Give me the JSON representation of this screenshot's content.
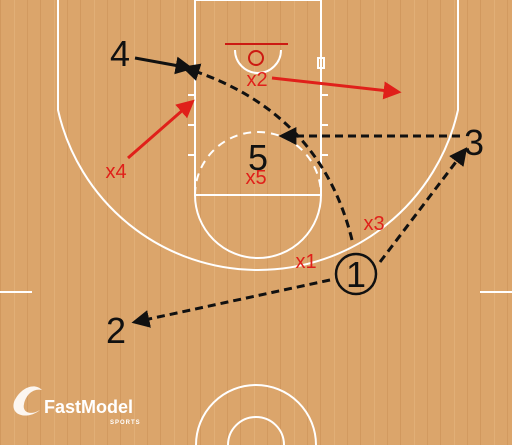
{
  "diagram": {
    "offense": [
      {
        "id": "1",
        "label": "①"
      },
      {
        "id": "2",
        "label": "2"
      },
      {
        "id": "3",
        "label": "3"
      },
      {
        "id": "4",
        "label": "4"
      },
      {
        "id": "5",
        "label": "5"
      }
    ],
    "defense": [
      {
        "id": "x1",
        "label": "x1"
      },
      {
        "id": "x2",
        "label": "x2"
      },
      {
        "id": "x3",
        "label": "x3"
      },
      {
        "id": "x4",
        "label": "x4"
      },
      {
        "id": "x5",
        "label": "x5"
      }
    ],
    "colors": {
      "court_wood": "#d9a46a",
      "court_lines": "#ffffff",
      "offense": "#111111",
      "defense": "#e0201a",
      "hoop": "#cc1a12"
    }
  },
  "logo": {
    "brand": "FastModel",
    "sub": "SPORTS"
  }
}
